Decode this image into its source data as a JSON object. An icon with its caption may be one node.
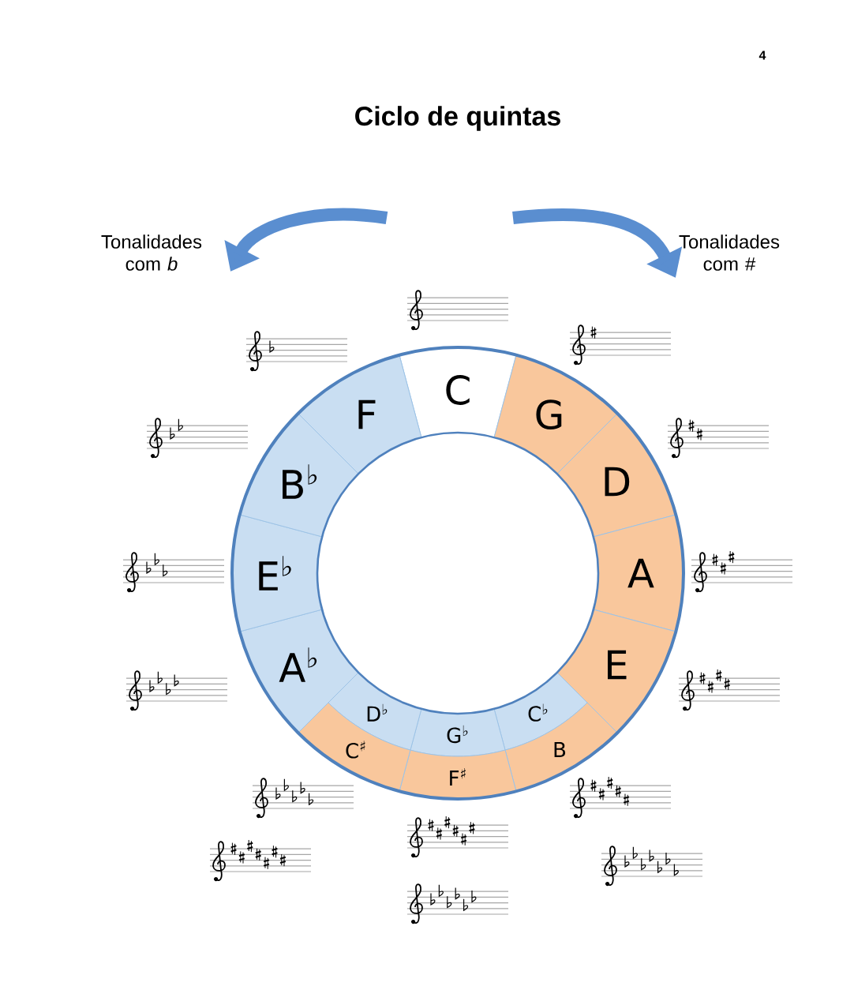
{
  "diagram": {
    "title": "Ciclo de quintas",
    "nodes": [
      {
        "text": [
          "C"
        ]
      },
      {
        "text": [
          "G"
        ]
      },
      {
        "text": [
          "D"
        ]
      },
      {
        "text": [
          "A"
        ]
      },
      {
        "text": [
          "E"
        ]
      },
      {
        "text": [
          "C$^{♭}$"
        ]
      },
      {
        "text": [
          "B"
        ]
      },
      {
        "text": [
          "G$^{♭}$"
        ]
      },
      {
        "text": [
          "F$^{♯}$"
        ]
      },
      {
        "text": [
          "D$^{♭}$"
        ]
      },
      {
        "text": [
          "C$^{♯}$"
        ]
      },
      {
        "text": [
          "A$^{♭}$"
        ]
      },
      {
        "text": [
          "E$^{♭}$"
        ]
      },
      {
        "text": [
          "B$^{♭}$"
        ]
      },
      {
        "text": [
          "F"
        ]
      }
    ],
    "labels": [
      "4",
      "Tonalidades com *b*",
      "Tonalidades com #"
    ]
  }
}
